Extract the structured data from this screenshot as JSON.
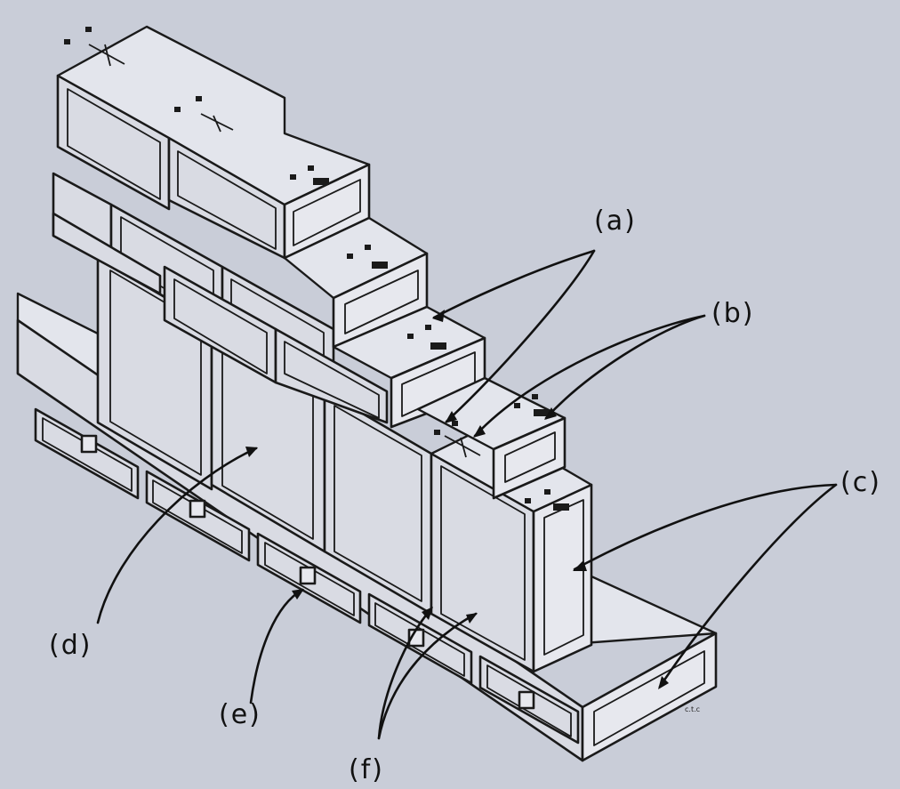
{
  "labels": {
    "a": "(a)",
    "b": "(b)",
    "c": "(c)",
    "d": "(d)",
    "e": "(e)",
    "f": "(f)"
  },
  "signature": "c.t.c"
}
